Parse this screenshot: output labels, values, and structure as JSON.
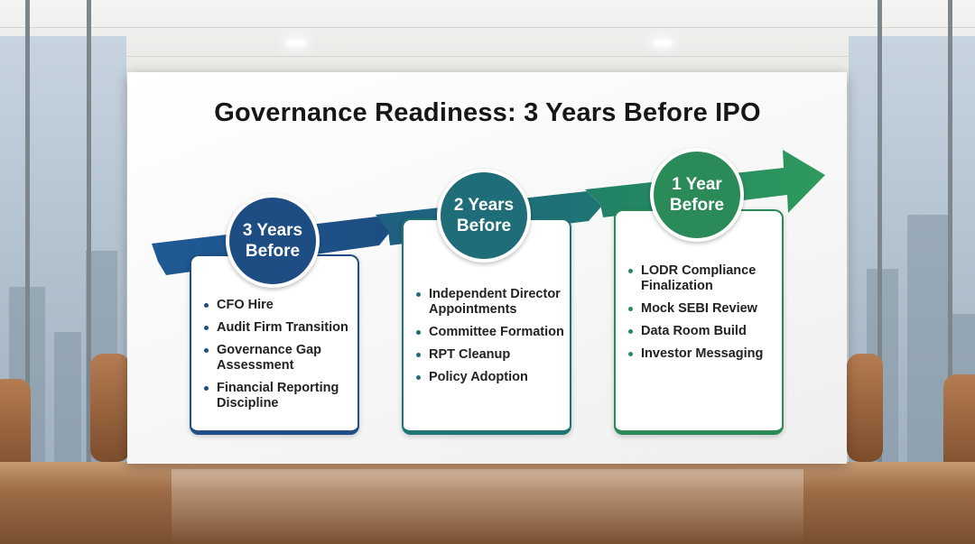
{
  "title": "Governance Readiness: 3 Years Before IPO",
  "colors": {
    "stage_1": "#1d4d82",
    "stage_2": "#1e6d78",
    "stage_3": "#2a8a58"
  },
  "stages": [
    {
      "label_line_1": "3 Years",
      "label_line_2": "Before",
      "items": [
        "CFO Hire",
        "Audit Firm Transition",
        "Governance Gap Assessment",
        "Financial Reporting Discipline"
      ]
    },
    {
      "label_line_1": "2 Years",
      "label_line_2": "Before",
      "items": [
        "Independent Director Appointments",
        "Committee Formation",
        "RPT Cleanup",
        "Policy Adoption"
      ]
    },
    {
      "label_line_1": "1 Year",
      "label_line_2": "Before",
      "items": [
        "LODR Compliance Finalization",
        "Mock SEBI Review",
        "Data Room Build",
        "Investor Messaging"
      ]
    }
  ]
}
